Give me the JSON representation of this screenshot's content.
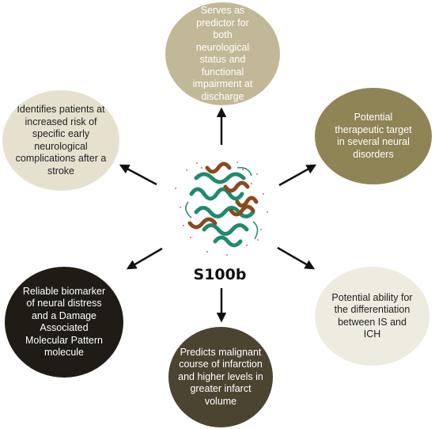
{
  "center": {
    "label": "S100b",
    "image": "s100b-protein-ribbon-structure"
  },
  "nodes": {
    "top": "Serves as predictor for both neurological status and functional impairment at discharge",
    "upper_left": "Identifies patients at increased risk of specific early neurological complications after a stroke",
    "upper_right": "Potential therapeutic target in several neural disorders",
    "lower_left": "Reliable biomarker of neural distress and a Damage Associated Molecular Pattern molecule",
    "bottom": "Predicts malignant course of infarction and higher levels in greater infarct volume",
    "lower_right": "Potential ability for the differentiation between IS and ICH"
  },
  "colors": {
    "top": "#c1b897",
    "upper_left": "#e6e1cf",
    "upper_right": "#8e8456",
    "lower_left": "#1f1c15",
    "bottom": "#4b4431",
    "lower_right": "#eeebe1",
    "protein_teal": "#1f8a6e",
    "protein_brown": "#8a4a1c",
    "arrow": "#111111"
  }
}
